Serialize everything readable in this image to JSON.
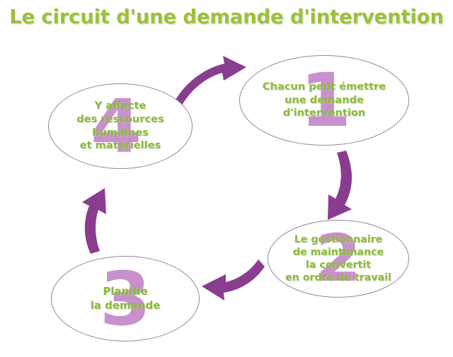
{
  "diagram": {
    "title": "Le circuit d'une demande d'intervention",
    "colors": {
      "title_green": "#9dc03b",
      "text_green": "#8cb93c",
      "number_purple": "#c890cc",
      "arrow_purple": "#8a3d8f",
      "ellipse_border": "#9c7fa3",
      "background": "#ffffff"
    },
    "nodes": [
      {
        "id": "node-1",
        "number": "1",
        "text": "Chacun peut émettre\nune demande\nd'intervention"
      },
      {
        "id": "node-2",
        "number": "2",
        "text": "Le gestionnaire\nde maintenance\nla convertit\nen ordre de travail"
      },
      {
        "id": "node-3",
        "number": "3",
        "text": "Planifie\nla demande"
      },
      {
        "id": "node-4",
        "number": "4",
        "text": "Y affecte\ndes ressources\nhumaines\net matérielles"
      }
    ],
    "arrows": [
      {
        "id": "arrow-4-to-1",
        "from": "node-4",
        "to": "node-1",
        "direction": "right"
      },
      {
        "id": "arrow-1-to-2",
        "from": "node-1",
        "to": "node-2",
        "direction": "down"
      },
      {
        "id": "arrow-2-to-3",
        "from": "node-2",
        "to": "node-3",
        "direction": "left"
      },
      {
        "id": "arrow-3-to-4",
        "from": "node-3",
        "to": "node-4",
        "direction": "up"
      }
    ]
  }
}
